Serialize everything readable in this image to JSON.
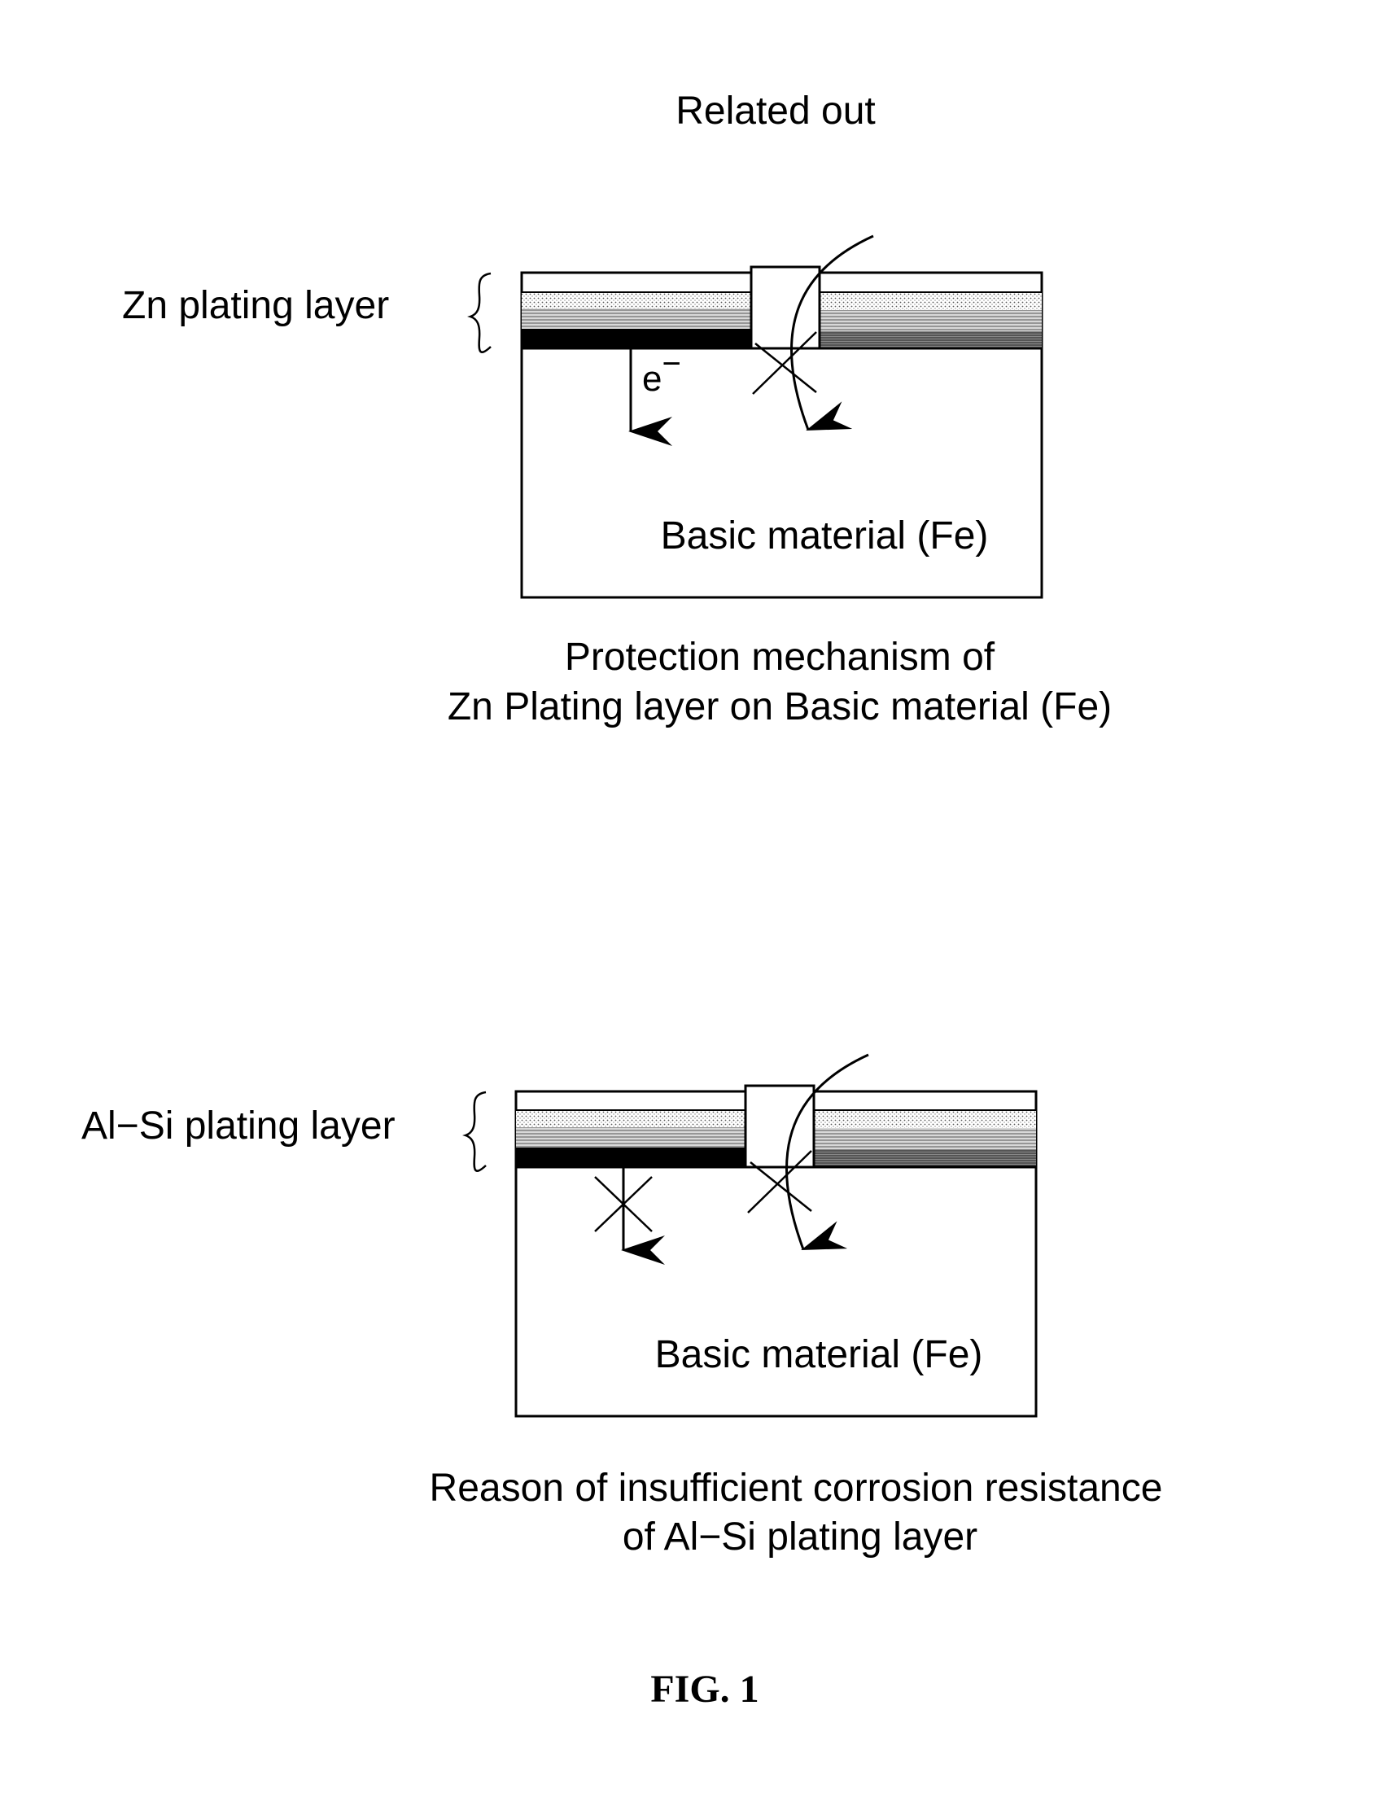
{
  "header": {
    "title": "Related out"
  },
  "panel_zn": {
    "layer_label": "Zn plating layer",
    "electron_label": "e",
    "electron_superscript": "−",
    "substrate_label": "Basic material (Fe)",
    "caption_line1": "Protection mechanism of",
    "caption_line2": "Zn Plating layer on Basic material (Fe)"
  },
  "panel_alsi": {
    "layer_label": "Al−Si plating layer",
    "substrate_label": "Basic material (Fe)",
    "caption_line1": "Reason of insufficient corrosion resistance",
    "caption_line2": "of Al−Si plating layer"
  },
  "footer": {
    "figure_label": "FIG. 1"
  },
  "icons": [
    "brace-icon",
    "arrow-down-icon",
    "cross-mark-icon",
    "curved-arrow-icon"
  ],
  "colors": {
    "ink": "#000000",
    "paper": "#ffffff"
  }
}
